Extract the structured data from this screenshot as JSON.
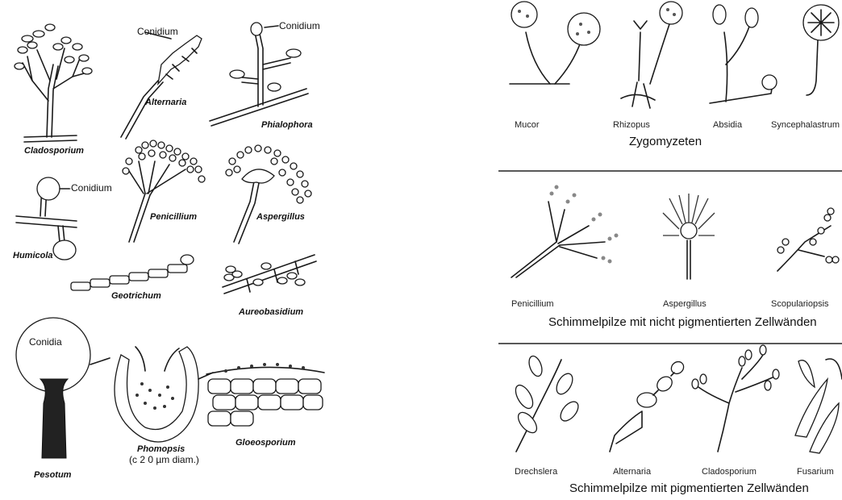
{
  "left_panel": {
    "labels": {
      "cladosporium": "Cladosporium",
      "alternaria": "Alternaria",
      "phialophora": "Phialophora",
      "humicola": "Humicola",
      "penicillium": "Penicillium",
      "aspergillus": "Aspergillus",
      "geotrichum": "Geotrichum",
      "aureobasidium": "Aureobasidium",
      "pesotum": "Pesotum",
      "phomopsis": "Phomopsis",
      "phomopsis_size": "(c 2 0 µm diam.)",
      "gloeosporium": "Gloeosporium",
      "conidium_1": "Conidium",
      "conidium_2": "Conidium",
      "conidium_3": "-Conidium",
      "conidia": "Conidia"
    }
  },
  "right_panel": {
    "zygo": {
      "items": [
        "Mucor",
        "Rhizopus",
        "Absidia",
        "Syncephalastrum"
      ],
      "caption": "Zygomyzeten"
    },
    "nonpig": {
      "items": [
        "Penicillium",
        "Aspergillus",
        "Scopulariopsis"
      ],
      "caption": "Schimmelpilze mit nicht pigmentierten Zellwänden"
    },
    "pig": {
      "items": [
        "Drechslera",
        "Alternaria",
        "Cladosporium",
        "Fusarium"
      ],
      "caption": "Schimmelpilze mit pigmentierten Zellwänden"
    }
  }
}
